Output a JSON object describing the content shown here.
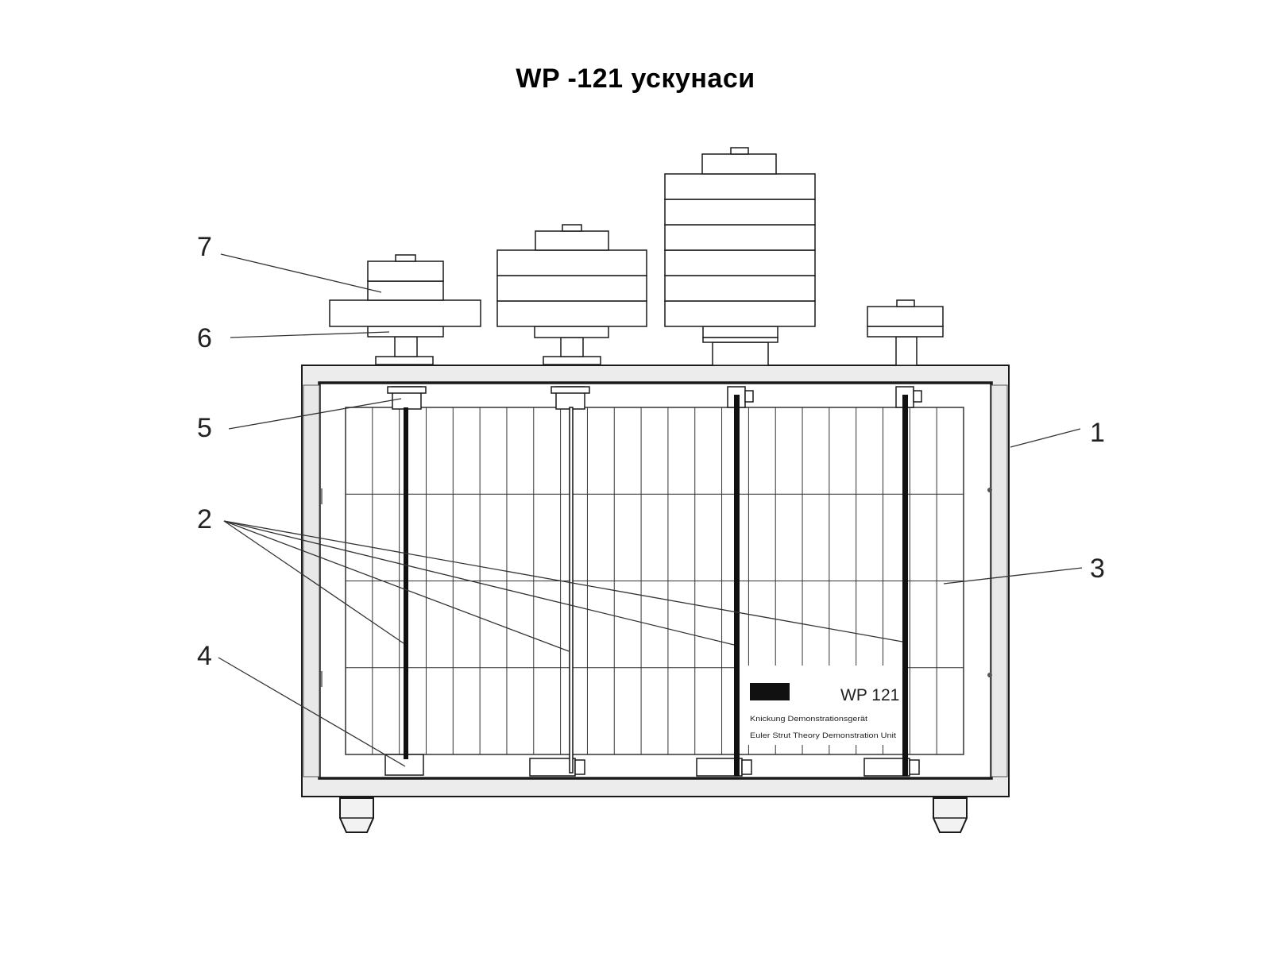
{
  "title": "WP -121  ускунаси",
  "callouts": {
    "c1": "1",
    "c2": "2",
    "c3": "3",
    "c4": "4",
    "c5": "5",
    "c6": "6",
    "c7": "7"
  },
  "nameplate": {
    "model": "WP 121",
    "line1": "Knickung Demonstrationsgerät",
    "line2": "Euler Strut Theory Demonstration Unit"
  },
  "colors": {
    "frame_fill": "#ececec",
    "line": "#1a1a1a",
    "grid_line": "#333333",
    "logo": "#111111"
  }
}
